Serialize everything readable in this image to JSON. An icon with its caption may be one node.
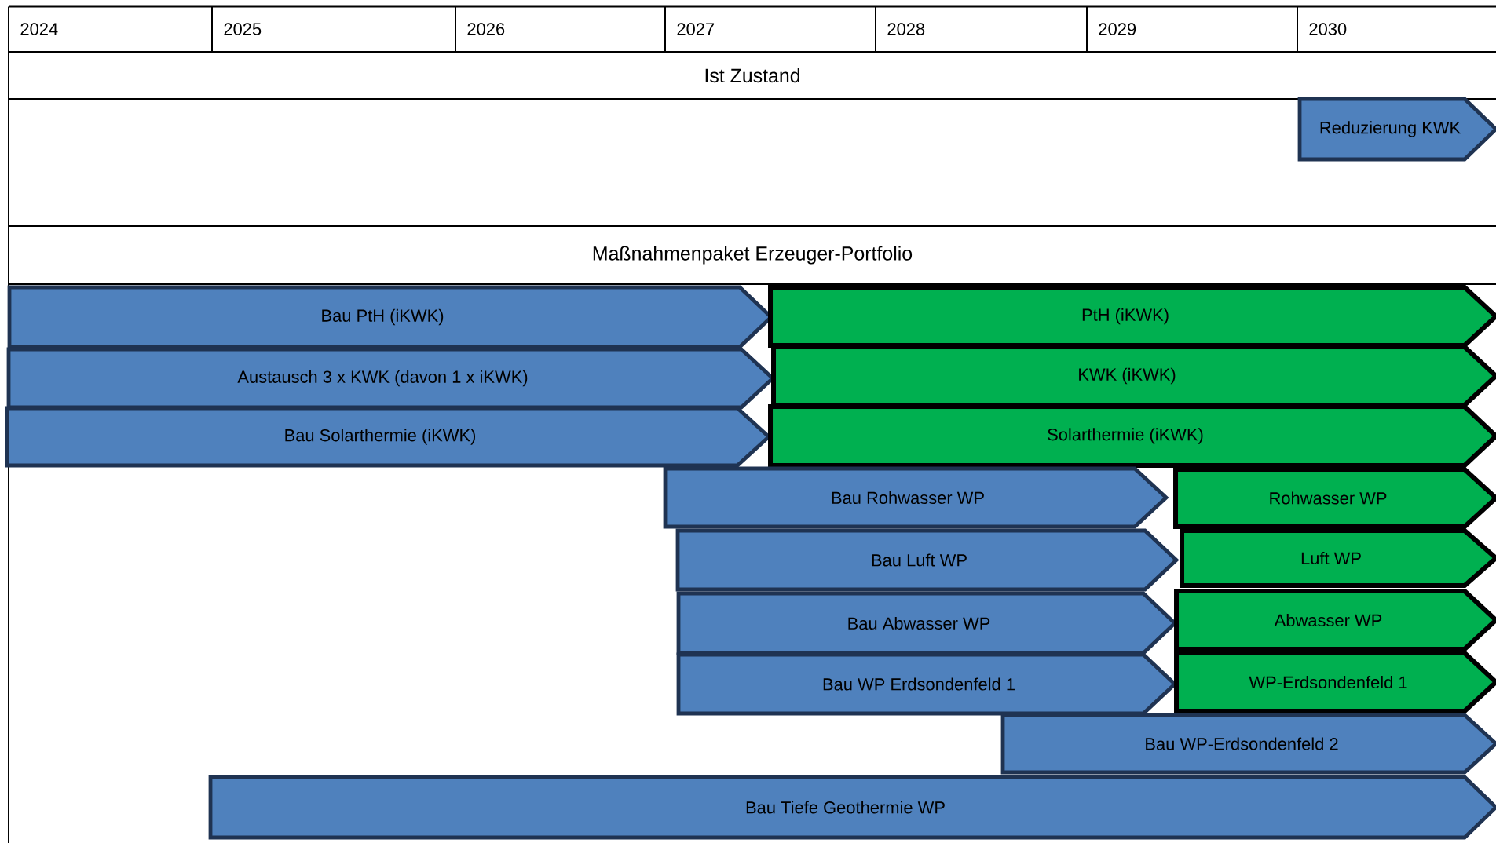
{
  "diagram": {
    "nodes": [
      {
        "text": [
          "Reduzierung KWK"
        ]
      },
      {
        "text": [
          "Bau PtH (iKWK)"
        ]
      },
      {
        "text": [
          "PtH (iKWK)"
        ]
      },
      {
        "text": [
          "Austausch 3 x KWK (davon 1 x iKWK)"
        ]
      },
      {
        "text": [
          "KWK (iKWK)"
        ]
      },
      {
        "text": [
          "Bau Solarthermie (iKWK)"
        ]
      },
      {
        "text": [
          "Solarthermie (iKWK)"
        ]
      },
      {
        "text": [
          "Bau Rohwasser WP"
        ]
      },
      {
        "text": [
          "Rohwasser WP"
        ]
      },
      {
        "text": [
          "Bau Luft WP"
        ]
      },
      {
        "text": [
          "Luft WP"
        ]
      },
      {
        "text": [
          "Bau Abwasser WP"
        ]
      },
      {
        "text": [
          "Abwasser WP"
        ]
      },
      {
        "text": [
          "Bau WP Erdsondenfeld 1"
        ]
      },
      {
        "text": [
          "WP-Erdsondenfeld 1"
        ]
      },
      {
        "text": [
          "Bau WP-Erdsondenfeld 2"
        ]
      },
      {
        "text": [
          "Bau Tiefe Geothermie WP"
        ]
      }
    ],
    "labels": [
      "2024",
      "2025",
      "2026",
      "2027",
      "2028",
      "2029",
      "2030",
      "Ist Zustand",
      "Maßnahmenpaket Erzeuger-Portfolio"
    ]
  }
}
